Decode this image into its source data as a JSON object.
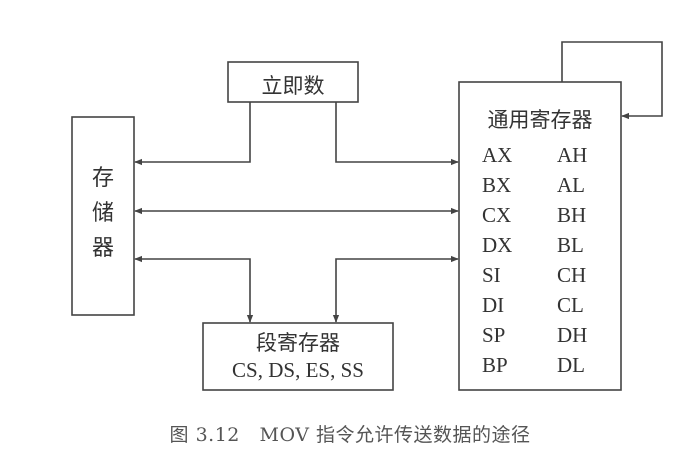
{
  "immediate": {
    "label": "立即数"
  },
  "memory": {
    "chars": [
      "存",
      "储",
      "器"
    ]
  },
  "general_registers": {
    "title": "通用寄存器",
    "left": [
      "AX",
      "BX",
      "CX",
      "DX",
      "SI",
      "DI",
      "SP",
      "BP"
    ],
    "right": [
      "AH",
      "AL",
      "BH",
      "BL",
      "CH",
      "CL",
      "DH",
      "DL"
    ]
  },
  "segment_registers": {
    "title": "段寄存器",
    "names": "CS, DS, ES, SS"
  },
  "caption": "图 3.12   MOV 指令允许传送数据的途径"
}
